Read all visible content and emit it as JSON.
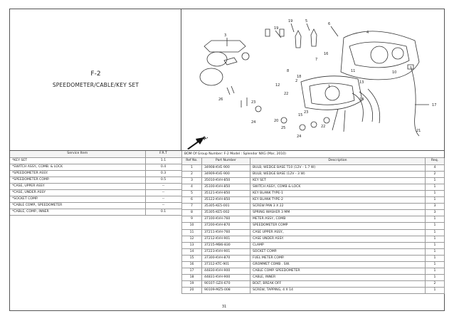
{
  "figure": {
    "code": "F-2",
    "title": "SPEEDOMETER/CABLE/KEY SET"
  },
  "diagram": {
    "fr_label": "FR.",
    "callouts": [
      "3",
      "19",
      "19",
      "5",
      "8",
      "18",
      "6",
      "7",
      "16",
      "12",
      "2",
      "13",
      "22",
      "1",
      "17",
      "14",
      "26",
      "23",
      "24",
      "15",
      "25",
      "20",
      "24",
      "23",
      "22",
      "21",
      "4",
      "10",
      "11"
    ]
  },
  "service_table": {
    "headers": {
      "item": "Service Item",
      "frt": "F.R.T"
    },
    "rows": [
      {
        "item": "*KEY SET",
        "frt": "1.1"
      },
      {
        "item": "*SWITCH ASSY., COMB. & LOCK",
        "frt": "0.4"
      },
      {
        "item": "*SPEEDOMETER ASSY.",
        "frt": "0.3"
      },
      {
        "item": "*SPEEDOMETER COMP.",
        "frt": "0.5"
      },
      {
        "item": "*CASE, UPPER ASSY",
        "frt": "--"
      },
      {
        "item": "*CASE, UNDER ASSY",
        "frt": "--"
      },
      {
        "item": "*SOCKET COMP.",
        "frt": "--"
      },
      {
        "item": "*CABLE COMP., SPEEDOMETER",
        "frt": "--"
      },
      {
        "item": "*CABLE, COMP., INNER",
        "frt": "0.1"
      }
    ]
  },
  "bom": {
    "header": "BOM Of Group Number: F-2 Model : Splendor NXG (Mar, 2010)",
    "columns": {
      "ref": "Ref No.",
      "part": "Part Number",
      "desc": "Description",
      "req": "Req."
    },
    "rows": [
      {
        "ref": "1",
        "part": "34908-KVE-900",
        "desc": "BULB, WEDGE BASE T10 (12V - 1.7 W)",
        "req": "4"
      },
      {
        "ref": "2",
        "part": "34909-KVE-900",
        "desc": "BULB, WEDGE BASE (12V - 3 W)",
        "req": "2"
      },
      {
        "ref": "3",
        "part": "35010-KVH-850",
        "desc": "KEY SET",
        "req": "1"
      },
      {
        "ref": "4",
        "part": "35100-KVH-850",
        "desc": "SWITCH ASSY., COMB & LOCK",
        "req": "1"
      },
      {
        "ref": "5",
        "part": "35121-KVH-850",
        "desc": "KEY BLANK TYPE-1",
        "req": "1"
      },
      {
        "ref": "6",
        "part": "35122-KVH-850",
        "desc": "KEY BLANK TYPE-2",
        "req": "1"
      },
      {
        "ref": "7",
        "part": "35305-KE5-001",
        "desc": "SCREW PAN 3 X 22",
        "req": "3"
      },
      {
        "ref": "8",
        "part": "35305-KE5-002",
        "desc": "SPRING WASHER 3 MM",
        "req": "3"
      },
      {
        "ref": "9",
        "part": "37100-KVH-760",
        "desc": "METER ASSY., COMB",
        "req": "1"
      },
      {
        "ref": "10",
        "part": "37200-KVH-870",
        "desc": "SPEEDOMETER COMP",
        "req": "1"
      },
      {
        "ref": "11",
        "part": "37211-KVH-760",
        "desc": "CASE UPPER ASSY.,",
        "req": "1"
      },
      {
        "ref": "12",
        "part": "37212-KVH-901",
        "desc": "CASE UNDER ASSY.",
        "req": "1"
      },
      {
        "ref": "13",
        "part": "37215-MB6-830",
        "desc": "CLAMP",
        "req": "1"
      },
      {
        "ref": "14",
        "part": "37223-KVH-901",
        "desc": "SOCKET COMP.",
        "req": "1"
      },
      {
        "ref": "15",
        "part": "37300-KVH-870",
        "desc": "FUEL METER COMP.",
        "req": "1"
      },
      {
        "ref": "16",
        "part": "37312-KTC-901",
        "desc": "GROMMET COMB . SW.",
        "req": "1"
      },
      {
        "ref": "17",
        "part": "44830-KVH-900",
        "desc": "CABLE COMP. SPEEDOMETER",
        "req": "1"
      },
      {
        "ref": "18",
        "part": "44831-KVH-900",
        "desc": "CABLE, INNER",
        "req": "1"
      },
      {
        "ref": "19",
        "part": "90107-GZ4-670",
        "desc": "BOLT, BREAK OFF",
        "req": "2"
      },
      {
        "ref": "20",
        "part": "90109-MZ5-008",
        "desc": "SCREW, TAPPING, 4 X 14",
        "req": "1"
      }
    ]
  },
  "page_number": "31"
}
